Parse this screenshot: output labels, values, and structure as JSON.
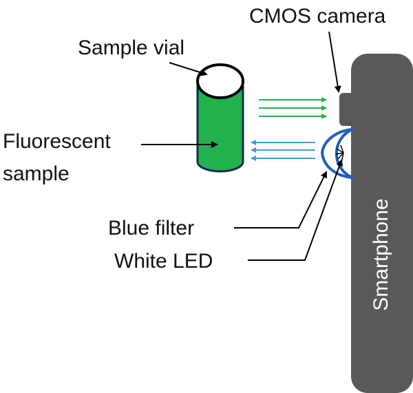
{
  "labels": {
    "sample_vial": "Sample vial",
    "cmos_camera": "CMOS camera",
    "fluorescent_line1": "Fluorescent",
    "fluorescent_line2": "sample",
    "blue_filter": "Blue filter",
    "white_led": "White LED",
    "smartphone": "Smartphone"
  },
  "colors": {
    "phone_body": "#595959",
    "phone_text": "#ffffff",
    "vial_fill": "#22b14c",
    "vial_cap": "#ffffff",
    "vial_outline": "#0e2a4d",
    "emission_arrows": "#22b14c",
    "excitation_arrows": "#3aa0d8",
    "filter_arc": "#1f5fbf",
    "leader_lines": "#000000"
  },
  "icons": {
    "led": "sparkle-icon"
  }
}
